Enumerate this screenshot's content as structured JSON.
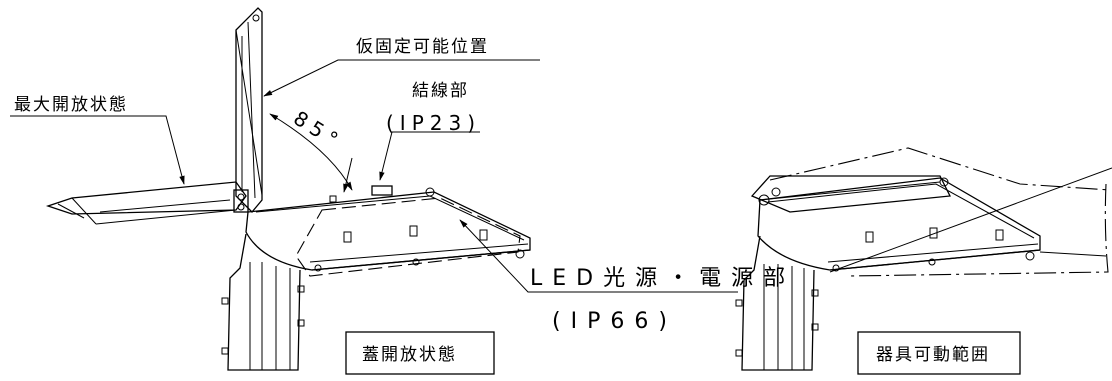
{
  "labels": {
    "temp_fix_position": "仮固定可能位置",
    "max_open_state": "最大開放状態",
    "wiring_part": "結線部",
    "wiring_ip": "(IP23)",
    "angle": "85°",
    "led_power_part": "LED光源・電源部",
    "led_ip": "(IP66)",
    "lid_open_state": "蓋開放状態",
    "movable_range": "器具可動範囲"
  }
}
